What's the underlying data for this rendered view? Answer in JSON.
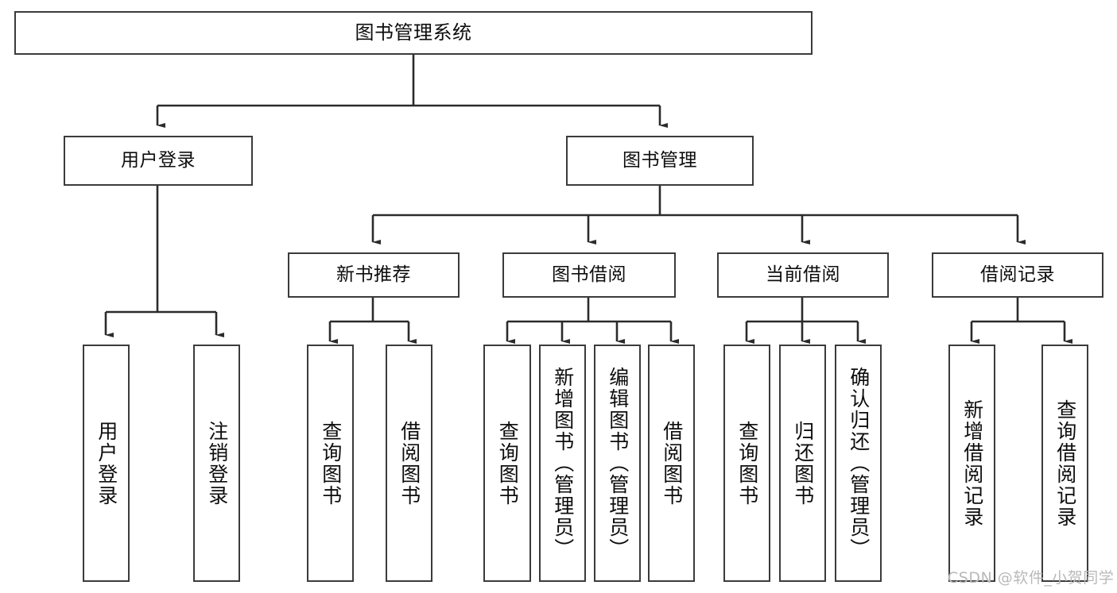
{
  "diagram": {
    "title": "图书管理系统",
    "type": "tree-structure-chart",
    "watermark": "CSDN @软件_小贺同学",
    "colors": {
      "box_border": "#3b3b3b",
      "box_fill": "#ffffff",
      "connector": "#2b2b2b",
      "text": "#0d0d0d",
      "watermark": "#b9b9b9"
    },
    "levels": {
      "level1": [
        {
          "id": "root",
          "label": "图书管理系统"
        }
      ],
      "level2": [
        {
          "id": "user-login",
          "label": "用户登录"
        },
        {
          "id": "book-manage",
          "label": "图书管理"
        }
      ],
      "level3": [
        {
          "id": "new-book-recommend",
          "label": "新书推荐"
        },
        {
          "id": "book-borrow",
          "label": "图书借阅"
        },
        {
          "id": "current-borrow",
          "label": "当前借阅"
        },
        {
          "id": "borrow-record",
          "label": "借阅记录"
        }
      ],
      "level4": [
        {
          "id": "leaf-user-login",
          "label": "用户登录",
          "parent": "user-login"
        },
        {
          "id": "leaf-logout-login",
          "label": "注销登录",
          "parent": "user-login"
        },
        {
          "id": "leaf-query-book-1",
          "label": "查询图书",
          "parent": "new-book-recommend"
        },
        {
          "id": "leaf-borrow-book-1",
          "label": "借阅图书",
          "parent": "new-book-recommend"
        },
        {
          "id": "leaf-query-book-2",
          "label": "查询图书",
          "parent": "book-borrow"
        },
        {
          "id": "leaf-add-book",
          "label": "新增图书（管理员）",
          "parent": "book-borrow"
        },
        {
          "id": "leaf-edit-book",
          "label": "编辑图书（管理员）",
          "parent": "book-borrow"
        },
        {
          "id": "leaf-borrow-book-2",
          "label": "借阅图书",
          "parent": "book-borrow"
        },
        {
          "id": "leaf-query-book-3",
          "label": "查询图书",
          "parent": "current-borrow"
        },
        {
          "id": "leaf-return-book",
          "label": "归还图书",
          "parent": "current-borrow"
        },
        {
          "id": "leaf-confirm-return",
          "label": "确认归还（管理员）",
          "parent": "current-borrow"
        },
        {
          "id": "leaf-add-record",
          "label": "新增借阅记录",
          "parent": "borrow-record"
        },
        {
          "id": "leaf-query-record",
          "label": "查询借阅记录",
          "parent": "borrow-record"
        }
      ]
    }
  }
}
